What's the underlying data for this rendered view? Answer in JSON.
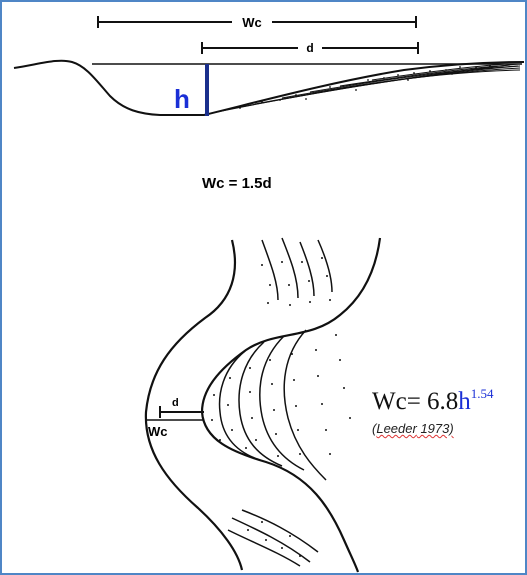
{
  "cross_section": {
    "width_label": "Wc",
    "bar_label": "d",
    "depth_label": "h",
    "ratio_equation": "Wc = 1.5d"
  },
  "plan_view": {
    "bar_label": "d",
    "width_label": "Wc"
  },
  "formula": {
    "lhs": "Wc= 6.8",
    "variable": "h",
    "exponent": "1.54"
  },
  "citation": {
    "open": "(",
    "author": "Leeder",
    "rest": " 1973)"
  },
  "colors": {
    "frame": "#4f86c6",
    "depth_marker": "#1a2f8c",
    "depth_label": "#1a2fd6"
  }
}
